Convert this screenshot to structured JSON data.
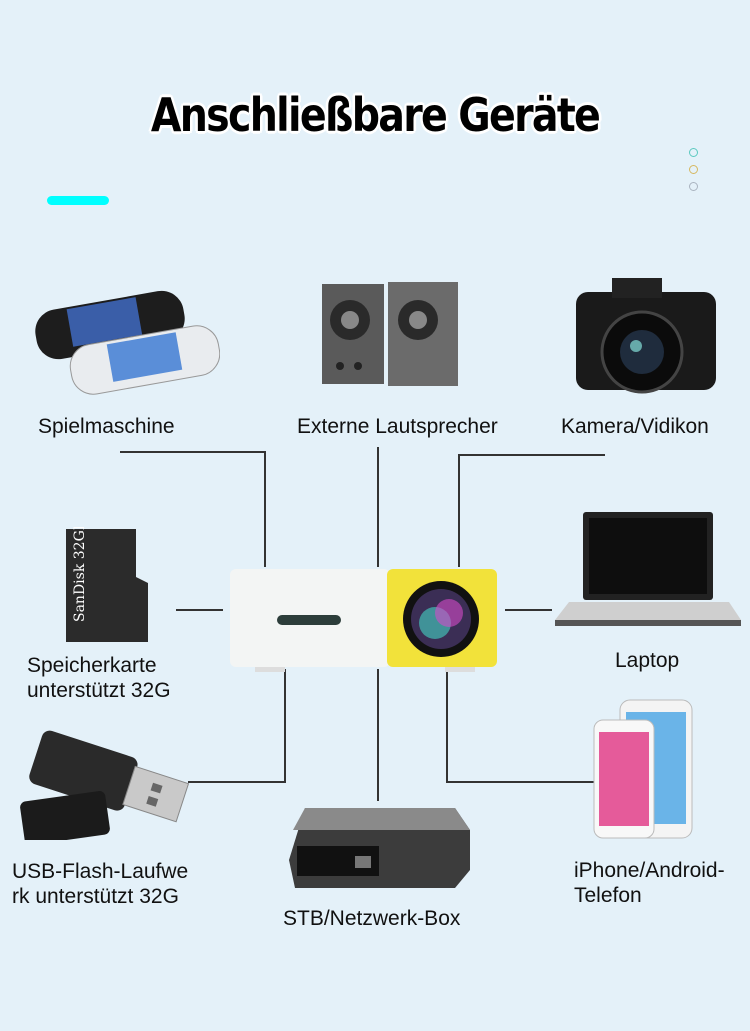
{
  "title": "Anschließbare Geräte",
  "colors": {
    "background": "#e4f1f9",
    "accent": "#00ffff",
    "projector_yellow": "#f2e23a"
  },
  "devices": [
    {
      "label": "Spielmaschine"
    },
    {
      "label": "Externe Lautsprecher"
    },
    {
      "label": "Kamera/Vidikon"
    },
    {
      "label_line1": "Speicherkarte",
      "label_line2": "unterstützt 32G"
    },
    {
      "label": "Laptop"
    },
    {
      "label_line1": "USB-Flash-Laufwe",
      "label_line2": "rk unterstützt 32G"
    },
    {
      "label": "STB/Netzwerk-Box"
    },
    {
      "label_line1": "iPhone/Android-",
      "label_line2": "Telefon"
    }
  ]
}
